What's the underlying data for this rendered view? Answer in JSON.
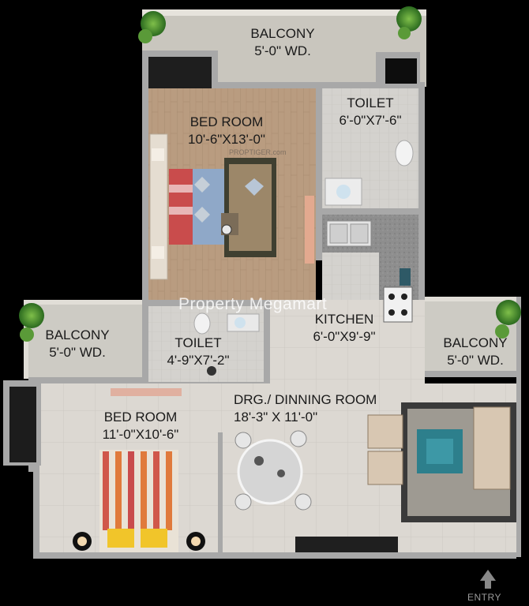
{
  "rooms": {
    "balcony_top": {
      "name": "BALCONY",
      "size": "5'-0\" WD."
    },
    "bedroom_top": {
      "name": "BED ROOM",
      "size": "10'-6\"X13'-0\""
    },
    "toilet_top": {
      "name": "TOILET",
      "size": "6'-0\"X7'-6\""
    },
    "balcony_left": {
      "name": "BALCONY",
      "size": "5'-0\" WD."
    },
    "toilet_mid": {
      "name": "TOILET",
      "size": "4'-9\"X7'-2\""
    },
    "kitchen": {
      "name": "KITCHEN",
      "size": "6'-0\"X9'-9\""
    },
    "balcony_right": {
      "name": "BALCONY",
      "size": "5'-0\" WD."
    },
    "drawing_dining": {
      "name": "DRG./ DINNING ROOM",
      "size": "18'-3\"  X 11'-0\""
    },
    "bedroom_bottom": {
      "name": "BED ROOM",
      "size": "11'-0\"X10'-6\""
    }
  },
  "watermark": "Property Megamart",
  "watermark_small": "PROPTIGER.com",
  "entry_label": "ENTRY",
  "colors": {
    "background": "#000000",
    "floor_wood": "#b89b7f",
    "floor_tile": "#d9d6d0",
    "wall": "#a9a9a9",
    "balcony": "#cfcdc6",
    "plant": "#3d7a2a"
  }
}
